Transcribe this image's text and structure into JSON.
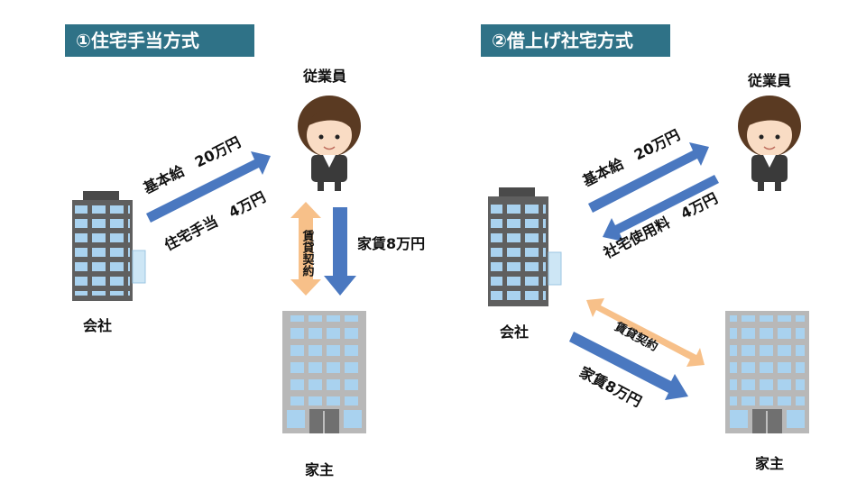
{
  "left": {
    "title": "①住宅手当方式",
    "employee": "従業員",
    "company": "会社",
    "landlord": "家主",
    "salary": "基本給　20万円",
    "allowance": "住宅手当　4万円",
    "lease": "賃貸契約",
    "rent": "家賃8万円"
  },
  "right": {
    "title": "②借上げ社宅方式",
    "employee": "従業員",
    "company": "会社",
    "landlord": "家主",
    "salary": "基本給　20万円",
    "usage_fee": "社宅使用料　4万円",
    "lease": "賃貸契約",
    "rent": "家賃8万円"
  },
  "colors": {
    "title_bg": "#2f7287",
    "blue_arrow": "#4a78c0",
    "orange_arrow": "#f7c089",
    "company_building": "#5f5f5f",
    "landlord_building": "#b8b8b8",
    "window": "#a9d2ef"
  }
}
